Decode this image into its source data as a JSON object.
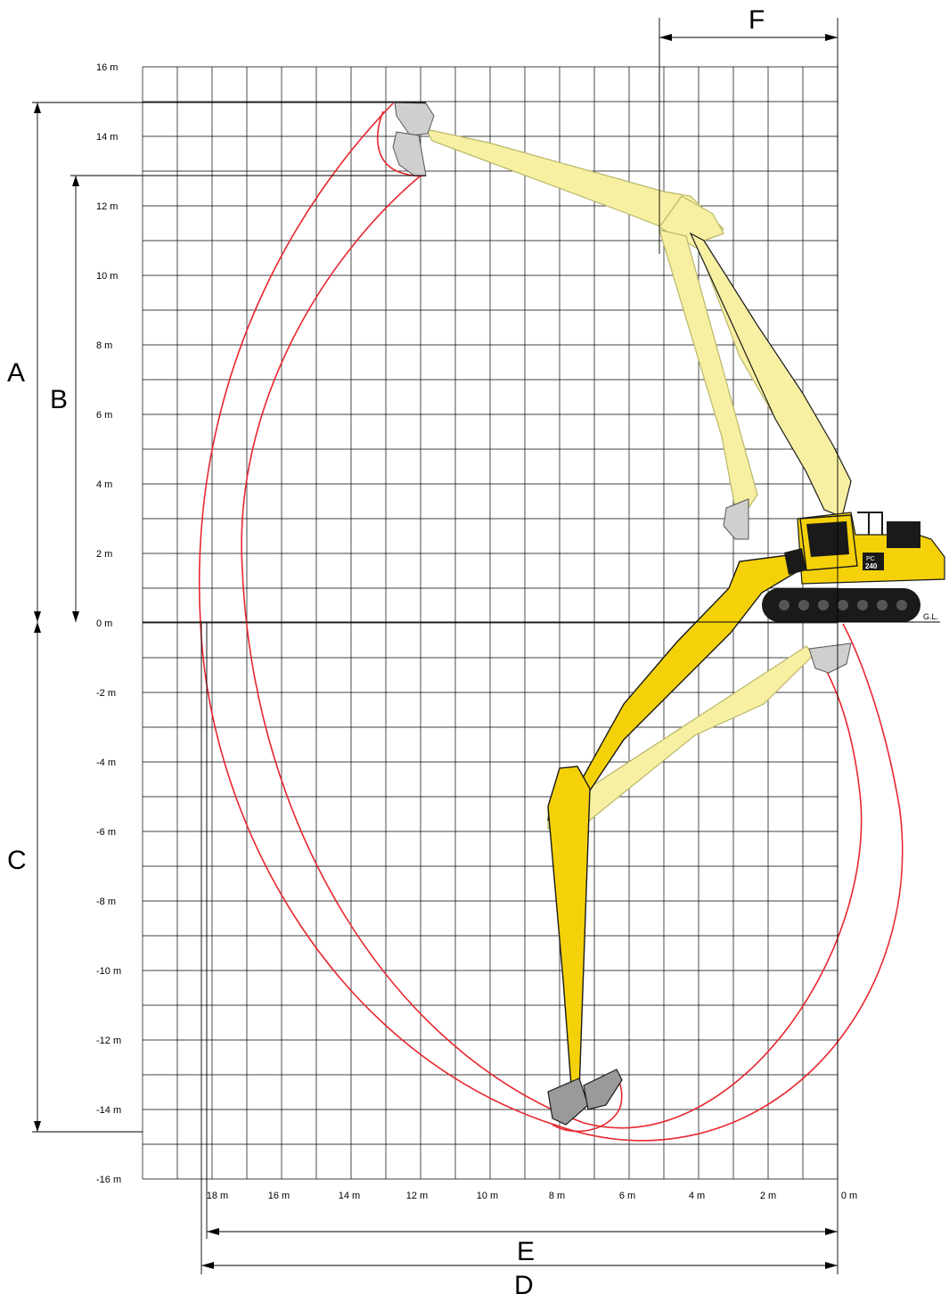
{
  "diagram": {
    "title": "",
    "y_axis": {
      "unit": "m",
      "tick_labels": [
        "16 m",
        "14 m",
        "12 m",
        "10 m",
        "8 m",
        "6 m",
        "4 m",
        "2 m",
        "0 m",
        "-2 m",
        "-4 m",
        "-6 m",
        "-8 m",
        "-10 m",
        "-12 m",
        "-14 m",
        "-16 m"
      ]
    },
    "x_axis": {
      "unit": "m",
      "tick_labels": [
        "18 m",
        "16 m",
        "14 m",
        "12 m",
        "10 m",
        "8 m",
        "6 m",
        "4 m",
        "2 m",
        "0 m"
      ]
    },
    "dimensions": [
      {
        "letter": "A"
      },
      {
        "letter": "B"
      },
      {
        "letter": "C"
      },
      {
        "letter": "D"
      },
      {
        "letter": "E"
      },
      {
        "letter": "F"
      }
    ],
    "ground_label": "G.L.",
    "machine": {
      "model_text_top": "PC",
      "model_text_bottom": "240"
    },
    "colors": {
      "grid": "#000000",
      "envelope": "#e8262d",
      "machine_yellow": "#f5d10a",
      "machine_dark": "#1a1a1a",
      "ghost_yellow": "#f7f0a2",
      "ghost_outline": "#b9b66a",
      "bucket_gray": "#9a9a9a"
    }
  }
}
